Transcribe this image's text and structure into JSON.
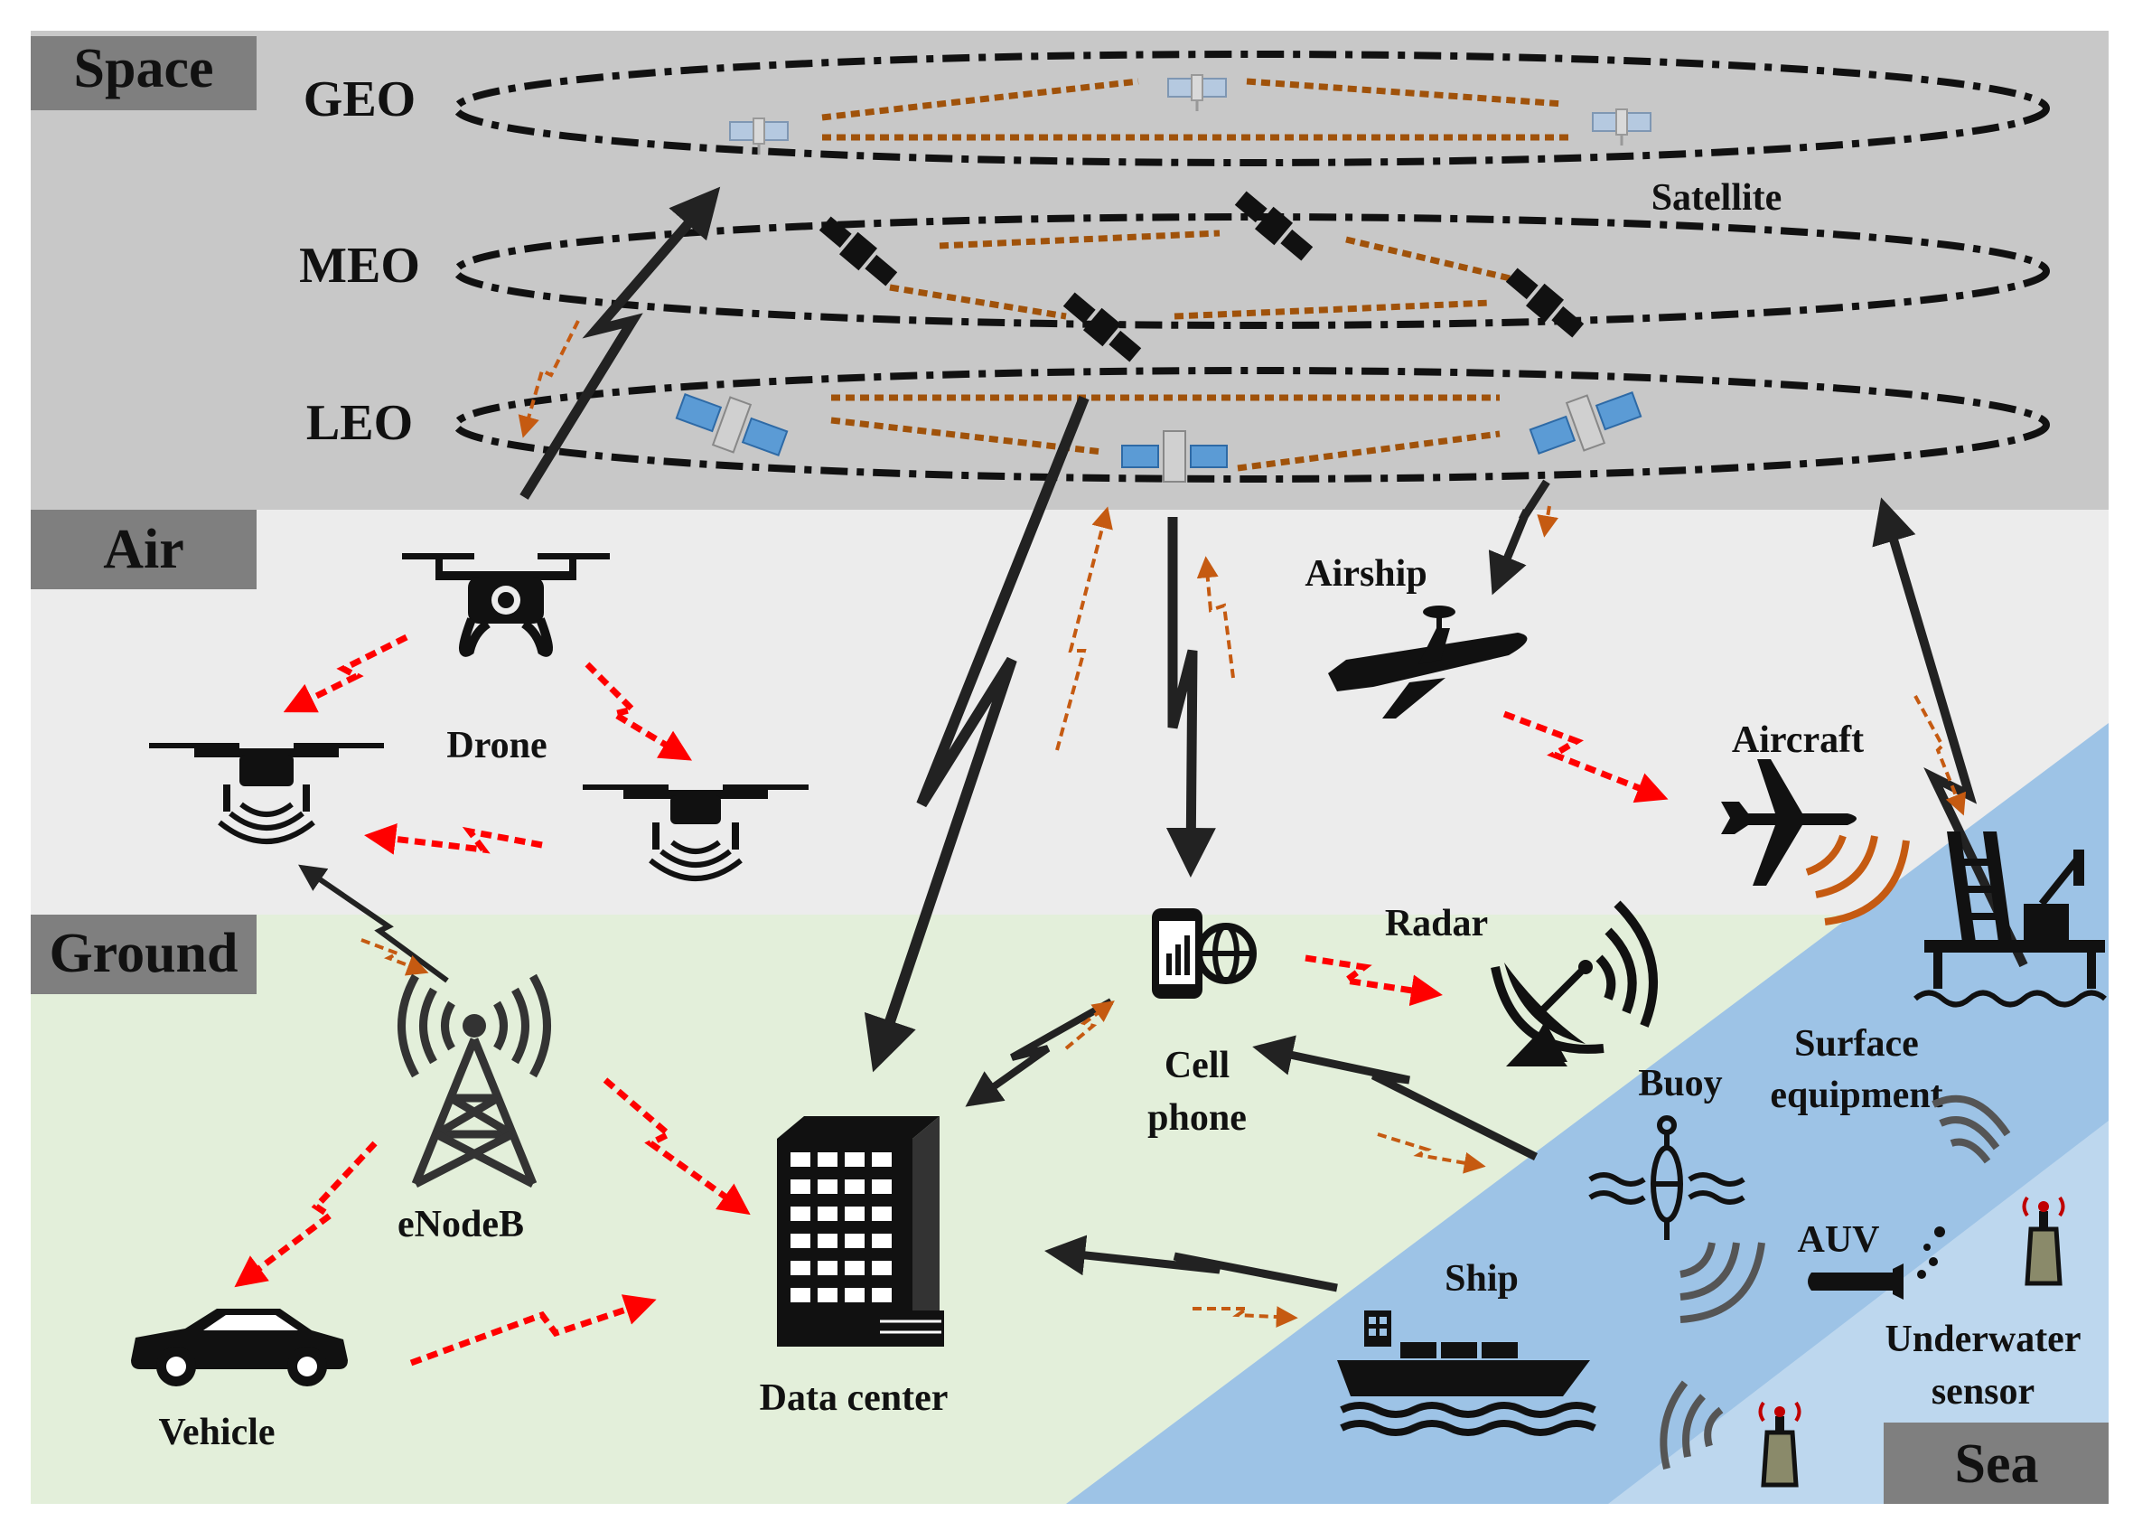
{
  "colors": {
    "space_bg": "#c8c8c8",
    "air_bg": "#ececec",
    "ground_bg": "#e3efda",
    "sea_bg": "#9dc3e6",
    "sea_deep_bg": "#bdd7ee",
    "tag_bg": "#7f7f7f",
    "link_black": "#222222",
    "link_red": "#ff0000",
    "link_orange": "#c55a11",
    "orbit_dash": "#a0520a"
  },
  "layers": {
    "space": "Space",
    "air": "Air",
    "ground": "Ground",
    "sea": "Sea"
  },
  "orbits": {
    "geo": "GEO",
    "meo": "MEO",
    "leo": "LEO",
    "satellite": "Satellite"
  },
  "nodes": {
    "drone": "Drone",
    "airship": "Airship",
    "aircraft": "Aircraft",
    "radar": "Radar",
    "cell_phone_line1": "Cell",
    "cell_phone_line2": "phone",
    "enodeb": "eNodeB",
    "data_center": "Data center",
    "vehicle": "Vehicle",
    "buoy": "Buoy",
    "surface_line1": "Surface",
    "surface_line2": "equipment",
    "auv": "AUV",
    "ship": "Ship",
    "underwater_line1": "Underwater",
    "underwater_line2": "sensor"
  },
  "icons": {
    "satellite": "satellite-icon",
    "drone": "drone-icon",
    "airship": "airship-icon",
    "aircraft": "aircraft-icon",
    "radar": "radar-dish-icon",
    "phone": "cell-phone-icon",
    "tower": "cell-tower-icon",
    "building": "data-center-icon",
    "car": "car-icon",
    "buoy": "buoy-icon",
    "platform": "oil-platform-icon",
    "submarine": "auv-icon",
    "ship": "ship-icon",
    "sensor": "underwater-sensor-icon"
  }
}
